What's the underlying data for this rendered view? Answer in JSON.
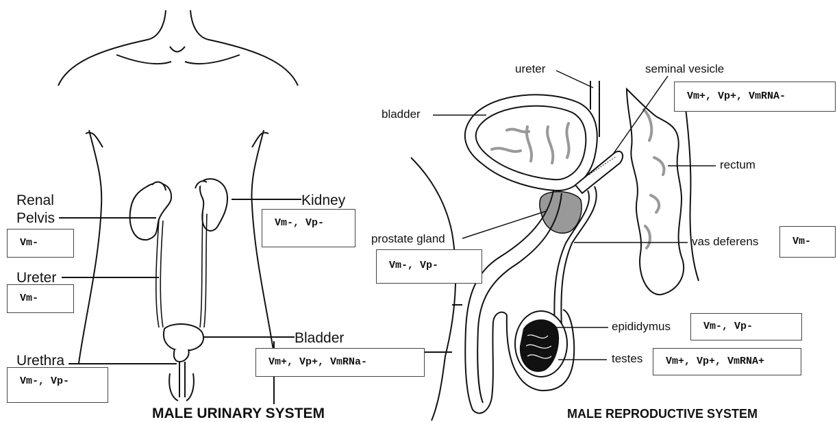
{
  "urinary": {
    "title": "MALE URINARY SYSTEM",
    "labels": {
      "renal_pelvis_line1": "Renal",
      "renal_pelvis_line2": "Pelvis",
      "kidney": "Kidney",
      "ureter": "Ureter",
      "bladder": "Bladder",
      "urethra": "Urethra"
    },
    "boxes": {
      "renal_pelvis": "Vm-",
      "kidney": "Vm-, Vp-",
      "ureter": "Vm-",
      "bladder": "Vm+, Vp+, VmRNa-",
      "urethra": "Vm-, Vp-"
    }
  },
  "reproductive": {
    "title": "MALE REPRODUCTIVE SYSTEM",
    "labels": {
      "ureter": "ureter",
      "seminal_vesicle": "seminal vesicle",
      "bladder": "bladder",
      "rectum": "rectum",
      "prostate_gland": "prostate gland",
      "vas_deferens": "vas deferens",
      "epididymus": "epididymus",
      "testes": "testes"
    },
    "boxes": {
      "seminal_vesicle": "Vm+, Vp+, VmRNA-",
      "prostate_gland": "Vm-, Vp-",
      "vas_deferens": "Vm-",
      "epididymus": "Vm-, Vp-",
      "testes": "Vm+, Vp+, VmRNA+"
    }
  }
}
